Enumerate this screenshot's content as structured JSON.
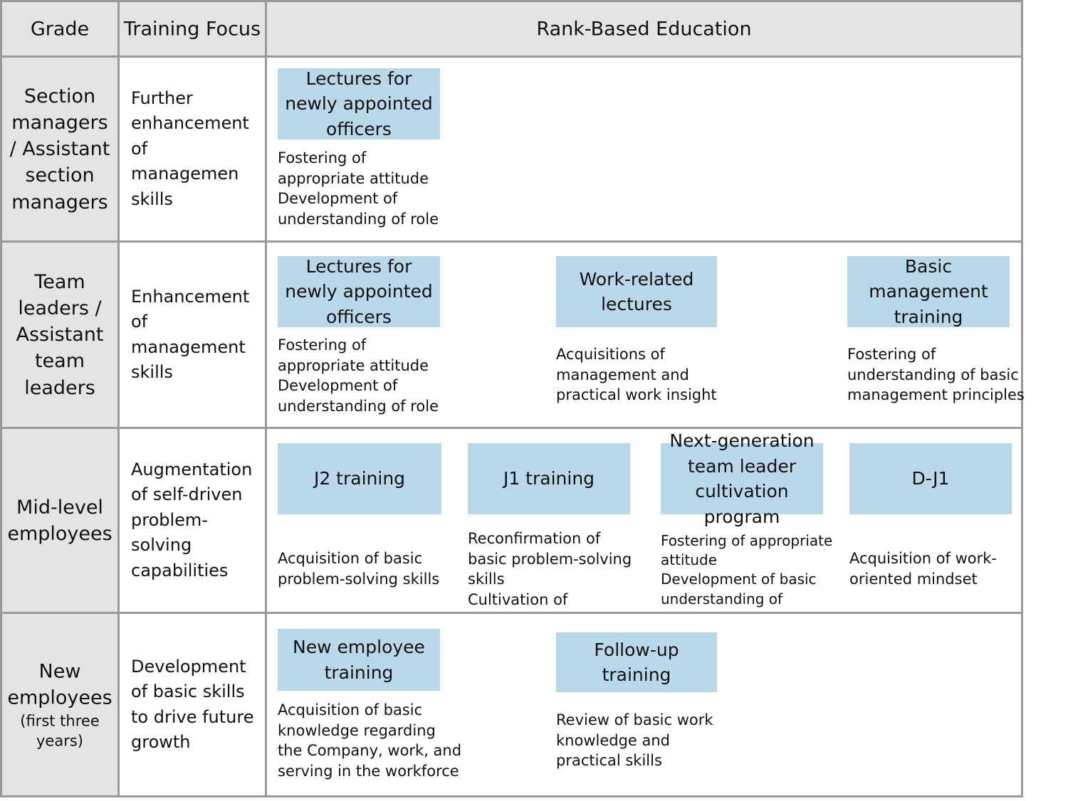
{
  "table": {
    "headers": {
      "grade": "Grade",
      "training_focus": "Training Focus",
      "rank_based_education": "Rank-Based Education"
    },
    "colors": {
      "header_background": "#e4e4e4",
      "grade_background": "#e4e4e4",
      "program_box": "#b9d8ea",
      "border": "#9a9a9a",
      "text": "#111111",
      "cell_background": "#ffffff"
    },
    "rows": [
      {
        "grade": "Section managers / Assistant section managers",
        "grade_note": "",
        "training_focus": "Further enhancement of managemen skills",
        "programs": [
          {
            "title": "Lectures for newly appointed officers",
            "description": "Fostering of appropriate attitude\nDevelopment of understanding of role"
          }
        ]
      },
      {
        "grade": "Team leaders / Assistant team leaders",
        "grade_note": "",
        "training_focus": "Enhancement of management skills",
        "programs": [
          {
            "title": "Lectures for newly appointed officers",
            "description": "Fostering of appropriate attitude\nDevelopment of understanding of role"
          },
          {
            "title": "Work-related lectures",
            "description": "Acquisitions of management and practical work insight"
          },
          {
            "title": "Basic management training",
            "description": "Fostering of understanding of basic management principles"
          }
        ]
      },
      {
        "grade": "Mid-level employees",
        "grade_note": "",
        "training_focus": "Augmentation of self-driven problem-solving capabilities",
        "programs": [
          {
            "title": "J2 training",
            "description": "Acquisition of basic problem-solving skills"
          },
          {
            "title": "J1 training",
            "description": "Reconfirmation of basic problem-solving skills\nCultivation of teamwork-oriented mentality"
          },
          {
            "title": "Next-generation team leader cultivation program",
            "description": "Fostering of appropriate attitude\nDevelopment of basic understanding of management"
          },
          {
            "title": "D-J1",
            "description": "Acquisition of work-oriented mindset"
          }
        ]
      },
      {
        "grade": "New employees",
        "grade_note": "(first three years)",
        "training_focus": "Development of basic skills to drive future growth",
        "programs": [
          {
            "title": "New employee training",
            "description": "Acquisition of basic knowledge regarding the Company, work, and serving in the workforce"
          },
          {
            "title": "Follow-up training",
            "description": "Review of basic work knowledge and practical skills"
          }
        ]
      }
    ]
  }
}
